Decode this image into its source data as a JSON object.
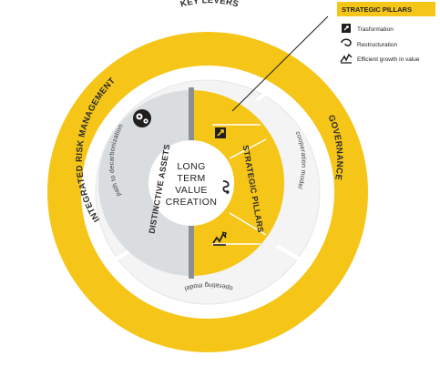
{
  "legend": {
    "title": "STRATEGIC PILLARS",
    "items": [
      {
        "label": "Trasformation",
        "icon": "signpost-icon"
      },
      {
        "label": "Restructuration",
        "icon": "swirl-arrow-icon"
      },
      {
        "label": "Efficient growth in value",
        "icon": "growth-figure-icon"
      }
    ]
  },
  "outer_ring": {
    "top": "KEY LEVERS",
    "left": "INTEGRATED RISK MANAGEMENT",
    "right": "GOVERNANCE"
  },
  "middle_ring": {
    "left": "path to decarbonization",
    "right": "cooperation model",
    "bottom": "operating model"
  },
  "inner": {
    "left_title": "DISTINCTIVE ASSETS",
    "right_title": "STRATEGIC PILLARS",
    "center_lines": [
      "LONG",
      "TERM",
      "VALUE",
      "CREATION"
    ]
  },
  "colors": {
    "yellow": "#f5c518",
    "grey": "#d9dde0",
    "ring_white": "#f7f7f7",
    "dark": "#1f1f1f"
  }
}
